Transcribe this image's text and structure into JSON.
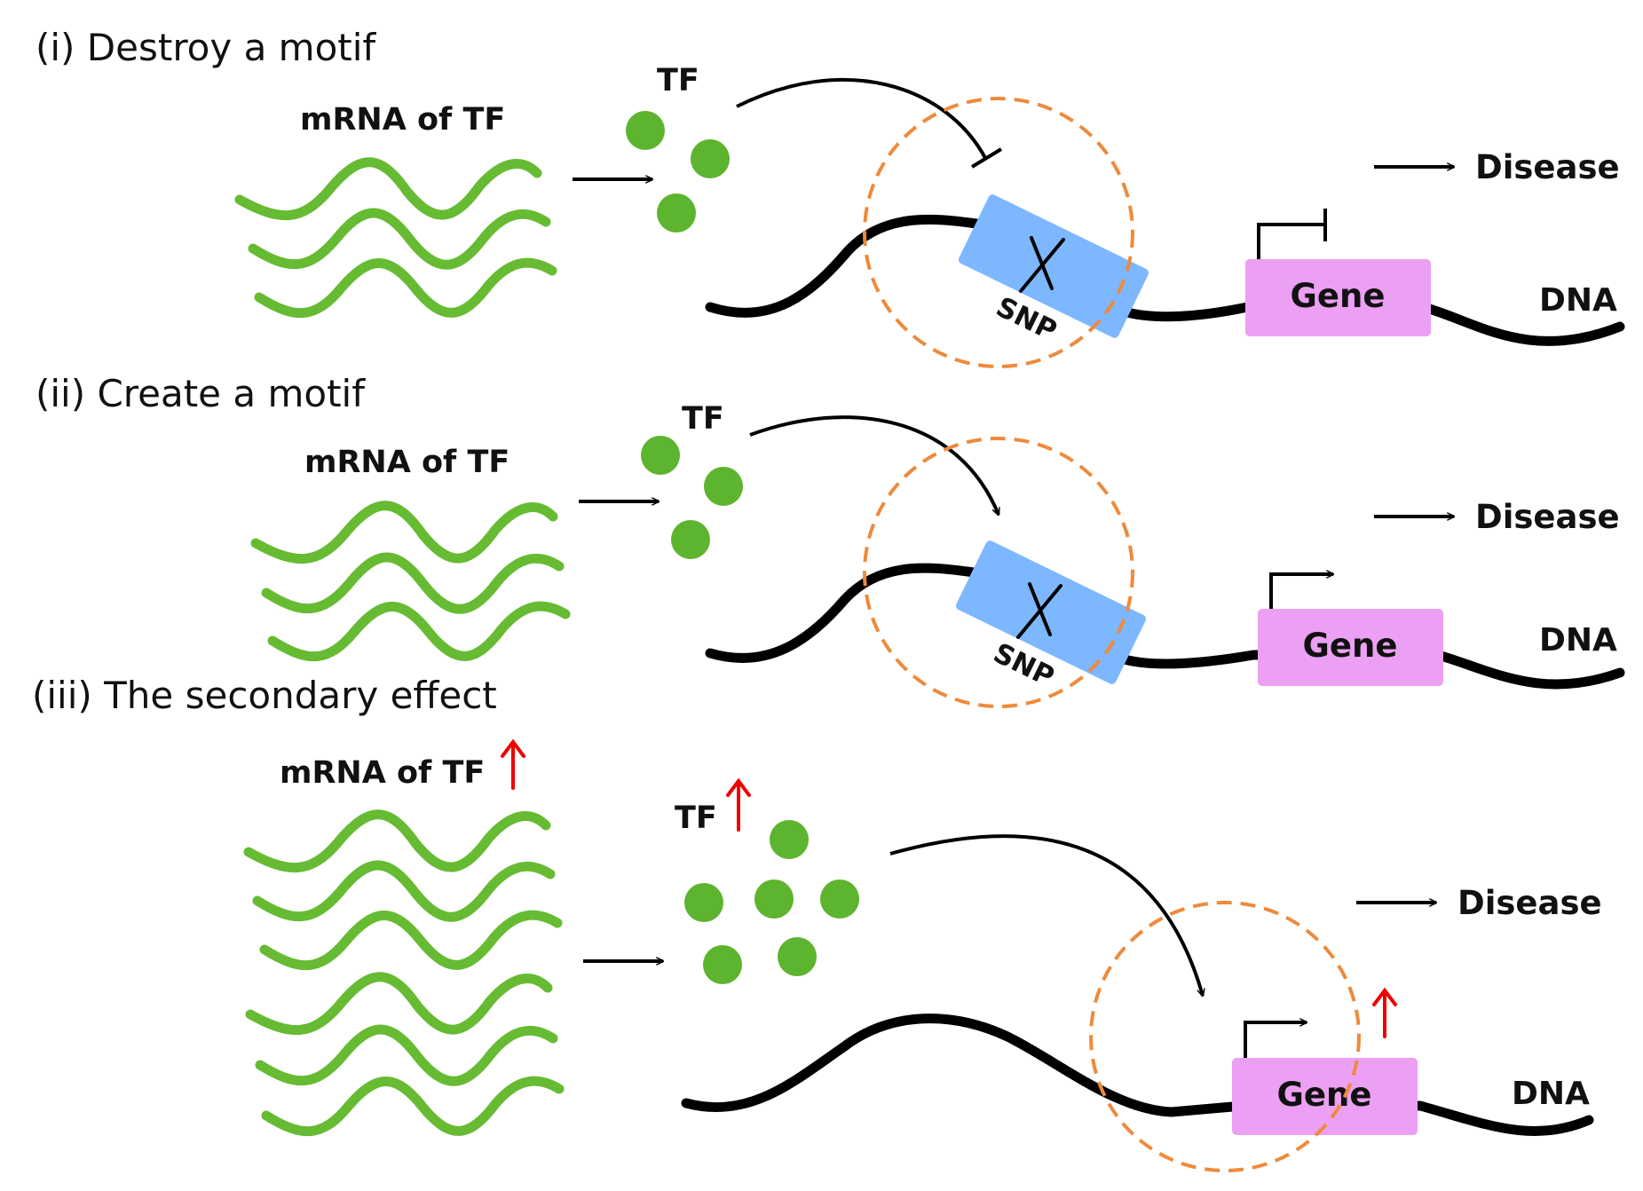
{
  "colors": {
    "mrna": "#66bb33",
    "tf": "#5db42e",
    "dna": "#000000",
    "snp_box": "#7db7ff",
    "gene_box": "#eca0f3",
    "circle": "#ee8a3c",
    "up_arrow": "#ee0000"
  },
  "panels": [
    {
      "id": "destroy",
      "title": "(i) Destroy a motif",
      "mrna_label": "mRNA of TF",
      "tf_label": "TF",
      "snp_label": "SNP",
      "gene_label": "Gene",
      "dna_label": "DNA",
      "disease_label": "Disease",
      "tf_effect": "inhibit",
      "gene_state": "repressed"
    },
    {
      "id": "create",
      "title": "(ii) Create a motif",
      "mrna_label": "mRNA of TF",
      "tf_label": "TF",
      "snp_label": "SNP",
      "gene_label": "Gene",
      "dna_label": "DNA",
      "disease_label": "Disease",
      "tf_effect": "activate",
      "gene_state": "active"
    },
    {
      "id": "secondary",
      "title": "(iii) The secondary effect",
      "mrna_label": "mRNA of TF",
      "tf_label": "TF",
      "gene_label": "Gene",
      "dna_label": "DNA",
      "disease_label": "Disease",
      "tf_effect": "activate",
      "gene_state": "up-regulated",
      "mrna_level": "increased",
      "tf_level": "increased"
    }
  ]
}
